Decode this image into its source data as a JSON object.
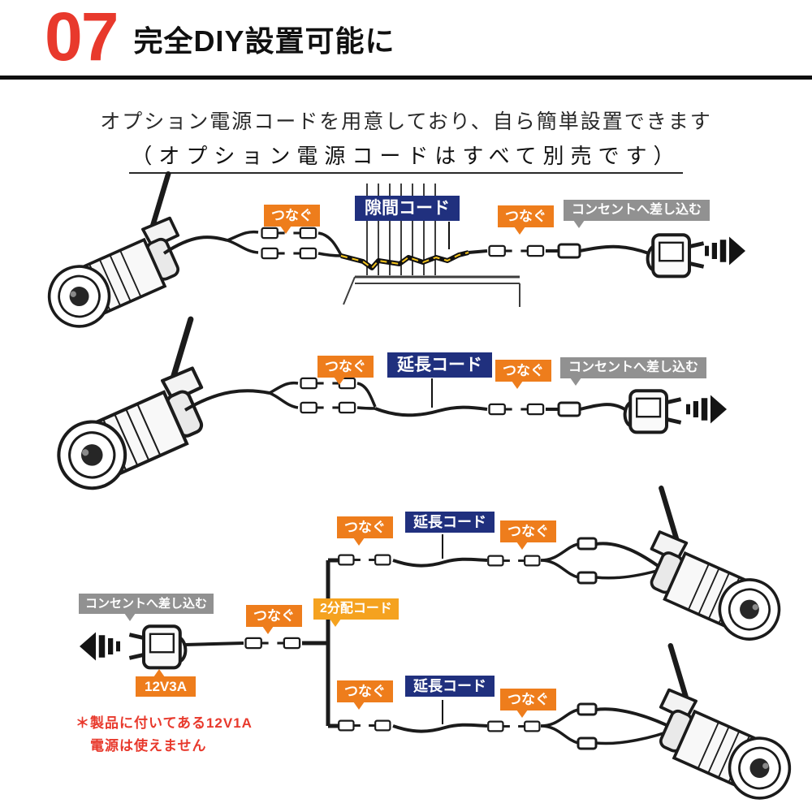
{
  "colors": {
    "red": "#e8392c",
    "orange": "#ee7d1c",
    "navy": "#20307e",
    "gray": "#919191",
    "amber": "#f5a21f",
    "ink": "#1b1b1b",
    "cable_yellow": "#f6c51d"
  },
  "header": {
    "number": "07",
    "title": "完全DIY設置可能に"
  },
  "intro": {
    "line1": "オプション電源コードを用意しており、自ら簡単設置できます",
    "line2": "（オプション電源コードはすべて別売です）"
  },
  "row1": {
    "connect_a": "つなぐ",
    "cord": "隙間コード",
    "connect_b": "つなぐ",
    "outlet": "コンセントへ差し込む"
  },
  "row2": {
    "connect_a": "つなぐ",
    "cord": "延長コード",
    "connect_b": "つなぐ",
    "outlet": "コンセントへ差し込む"
  },
  "row3": {
    "outlet": "コンセントへ差し込む",
    "connect_main": "つなぐ",
    "splitter": "2分配コード",
    "adapter_rating": "12V3A",
    "warning_line1": "＊製品に付いてある12V1A",
    "warning_line2": "電源は使えません",
    "top": {
      "connect_a": "つなぐ",
      "cord": "延長コード",
      "connect_b": "つなぐ"
    },
    "bottom": {
      "connect_a": "つなぐ",
      "cord": "延長コード",
      "connect_b": "つなぐ"
    }
  }
}
